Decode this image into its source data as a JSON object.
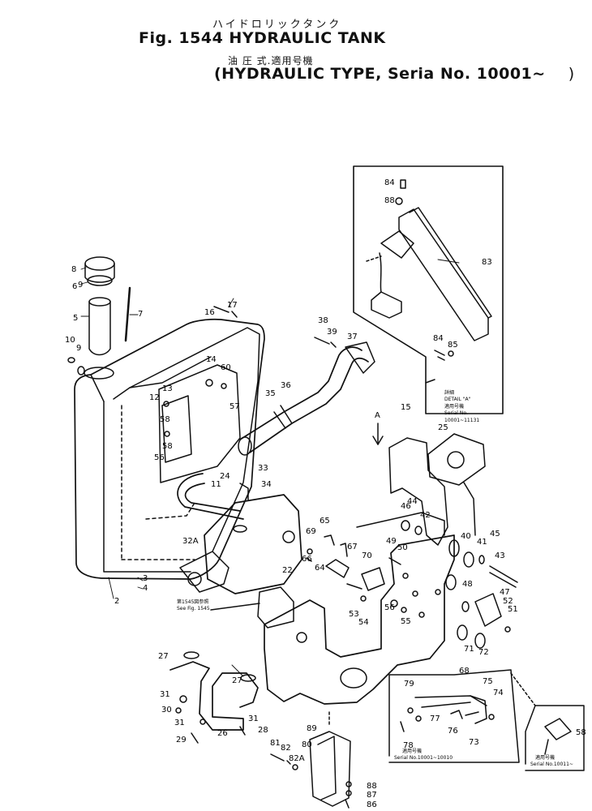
{
  "header": {
    "jp_title": "ハイドロリックタンク",
    "fig_title": "Fig. 1544  HYDRAULIC TANK",
    "jp_applicability": "油   圧   式.適用号機",
    "applicability": "(HYDRAULIC TYPE, Seria  No. 10001~",
    "applicability_close": ")"
  },
  "callouts": [
    "84",
    "88",
    "83",
    "84",
    "85",
    "8",
    "9",
    "6",
    "5",
    "7",
    "10",
    "9",
    "16",
    "17",
    "38",
    "39",
    "37",
    "14",
    "60",
    "12",
    "13",
    "58",
    "56",
    "58",
    "57",
    "35",
    "36",
    "15",
    "25",
    "33",
    "34",
    "24",
    "65",
    "69",
    "66",
    "67",
    "64",
    "70",
    "49",
    "50",
    "46",
    "42",
    "44",
    "40",
    "41",
    "45",
    "43",
    "48",
    "47",
    "52",
    "51",
    "53",
    "54",
    "55",
    "56",
    "71",
    "72",
    "22",
    "32A",
    "2",
    "3",
    "4",
    "27",
    "27",
    "31",
    "30",
    "31",
    "29",
    "26",
    "31",
    "28",
    "89",
    "81",
    "82",
    "82A",
    "80",
    "88",
    "87",
    "86",
    "68",
    "79",
    "75",
    "74",
    "76",
    "77",
    "73",
    "78",
    "58",
    "A",
    "11"
  ],
  "notes": {
    "detail_jp": "詳細",
    "detail_label": "DETAIL \"A\"",
    "serial_top_jp": "適用号機",
    "serial_top_label": "Serial No.",
    "serial_top_range": "10001~11131",
    "serial_bl_jp": "適用号機",
    "serial_bl_label": "Serial No.10001~10010",
    "serial_br_jp": "適用号機",
    "serial_br_label": "Serial No.10011~",
    "see_fig_jp": "第1545図参照",
    "see_fig_label": "See Fig. 1545"
  }
}
